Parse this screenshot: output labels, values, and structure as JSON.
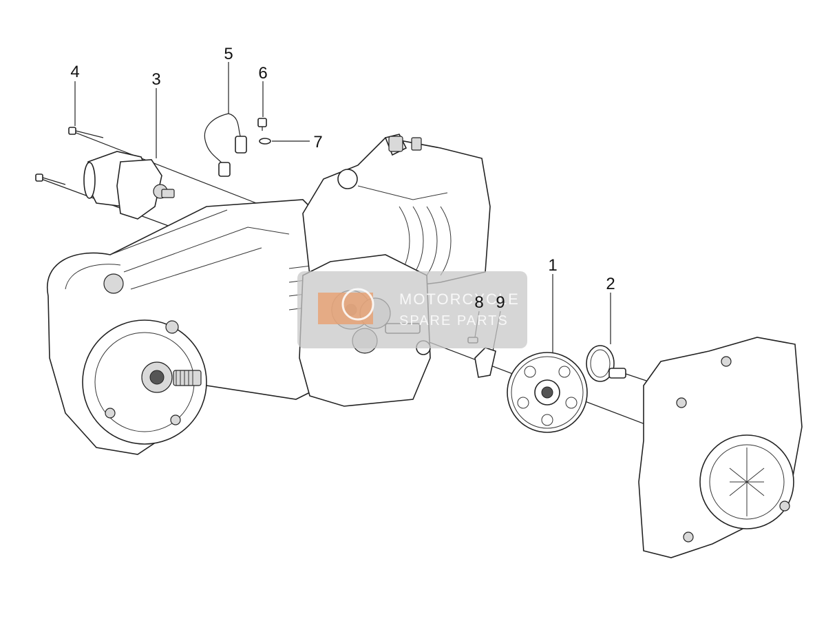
{
  "diagram": {
    "callouts": [
      {
        "id": "1",
        "label": "1"
      },
      {
        "id": "2",
        "label": "2"
      },
      {
        "id": "3",
        "label": "3"
      },
      {
        "id": "4",
        "label": "4"
      },
      {
        "id": "5",
        "label": "5"
      },
      {
        "id": "6",
        "label": "6"
      },
      {
        "id": "7",
        "label": "7"
      },
      {
        "id": "8",
        "label": "8"
      },
      {
        "id": "9",
        "label": "9"
      }
    ],
    "watermark": {
      "line1": "MOTORCYCLE",
      "line2": "SPARE PARTS",
      "color": "#c8c8c8",
      "accent": "#e8a070"
    }
  }
}
